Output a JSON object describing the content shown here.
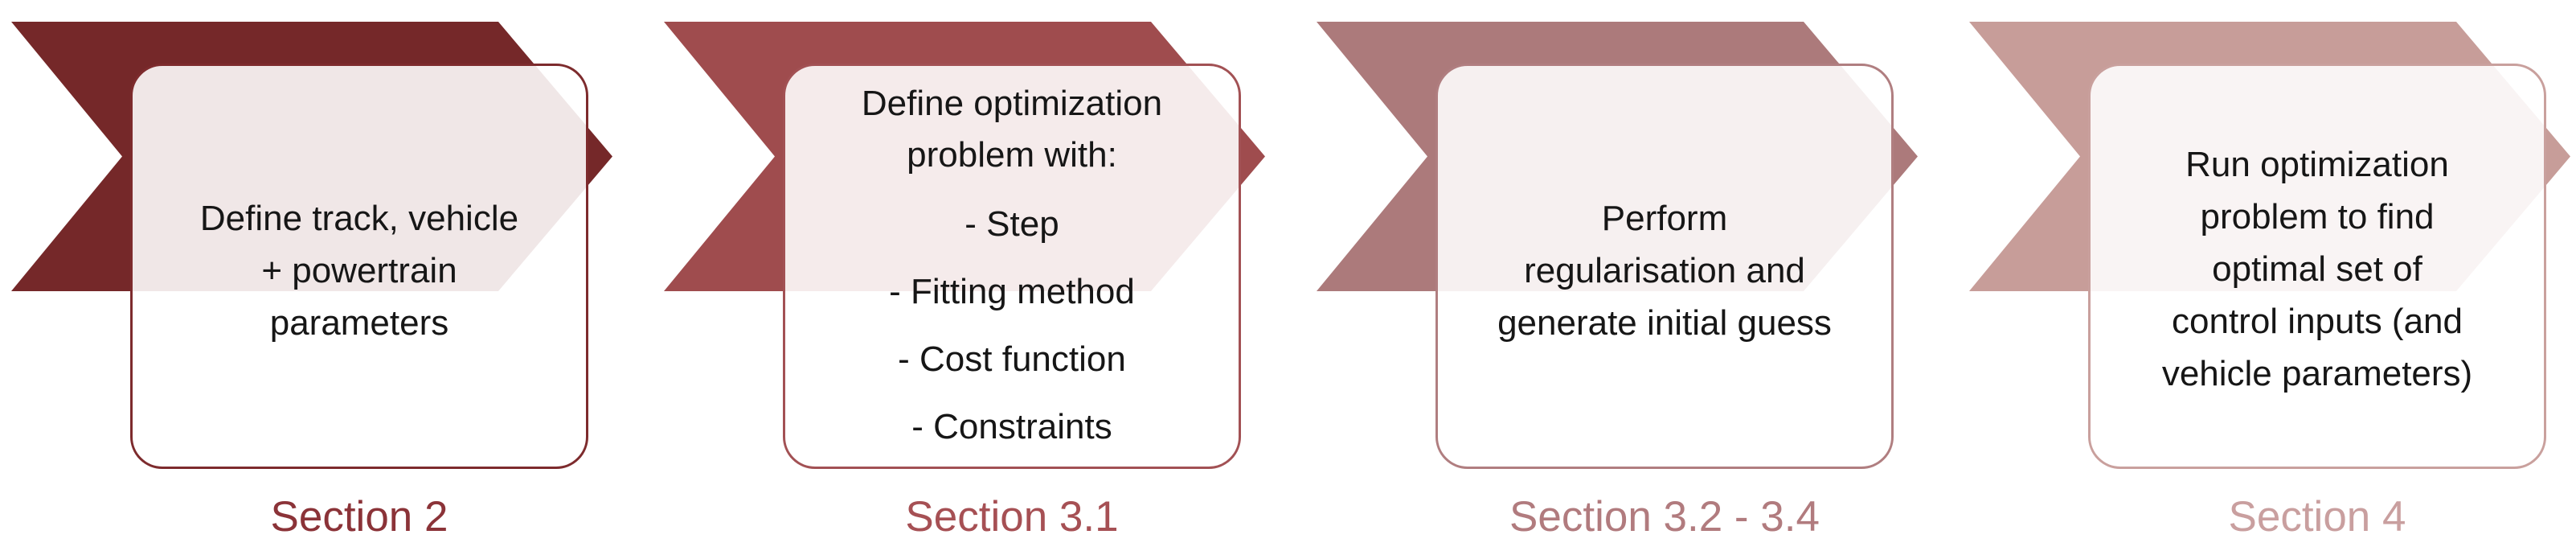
{
  "diagram": {
    "type": "process-flow",
    "background": "#ffffff",
    "body_text_color": "#161616",
    "panels": [
      {
        "name": "step-1",
        "chevron_color": "#752829",
        "border_color": "#7d2b2d",
        "label_color": "#8b3338",
        "body_lines": [
          "Define track, vehicle",
          "+ powertrain",
          "parameters"
        ],
        "label": "Section 2"
      },
      {
        "name": "step-2",
        "chevron_color": "#9f4c4e",
        "border_color": "#a25154",
        "label_color": "#a65054",
        "head_lines": [
          "Define optimization",
          "problem with:"
        ],
        "bullets": [
          "- Step",
          "- Fitting method",
          "- Cost function",
          "- Constraints"
        ],
        "label": "Section 3.1"
      },
      {
        "name": "step-3",
        "chevron_color": "#ac7a7b",
        "border_color": "#b07e80",
        "label_color": "#b17b7e",
        "body_lines": [
          "Perform",
          "regularisation and",
          "generate initial guess"
        ],
        "label": "Section 3.2 - 3.4"
      },
      {
        "name": "step-4",
        "chevron_color": "#c79d99",
        "border_color": "#c9a09d",
        "label_color": "#c99f9f",
        "body_lines": [
          "Run optimization",
          "problem to find",
          "optimal set of",
          "control inputs (and",
          "vehicle parameters)"
        ],
        "label": "Section 4"
      }
    ]
  }
}
